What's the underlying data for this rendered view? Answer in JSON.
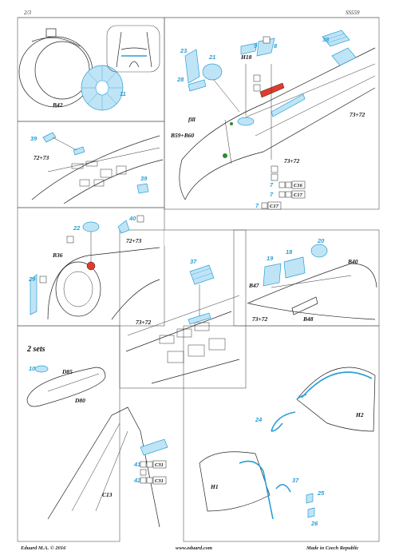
{
  "header": {
    "page": "2/3",
    "code": "SS559"
  },
  "panel1": {
    "part_b42": "B42",
    "pe_11": "11"
  },
  "panel2": {
    "pe_23": "23",
    "pe_21": "21",
    "pe_28": "28",
    "part_h18": "H18",
    "pe_9": "9",
    "pe_8": "8",
    "pe_38": "38",
    "part_7372a": "73+72",
    "fill": "fill",
    "parts_b59": "B59+B60",
    "part_7372b": "73+72",
    "pe_7a": "7",
    "pe_7b": "7",
    "pe_7c": "7",
    "c16": "C16",
    "c17a": "C17",
    "c17b": "C17"
  },
  "panel3": {
    "pe_39a": "39",
    "part_7273": "72+73",
    "pe_39b": "39"
  },
  "panel4": {
    "pe_22": "22",
    "pe_40": "40",
    "part_7273": "72+73",
    "part_b36": "B36",
    "pe_29": "29"
  },
  "panel5": {
    "pe_37": "37",
    "part_7372": "73+72"
  },
  "panel6": {
    "pe_20": "20",
    "pe_19": "19",
    "pe_18": "18",
    "part_b40": "B40",
    "part_b47": "B47",
    "part_7372": "73+72",
    "part_b48": "B48"
  },
  "panel7": {
    "note": "2 sets",
    "pe_10": "10",
    "part_d85": "D85",
    "part_d80": "D80"
  },
  "panel8": {
    "pe_41": "41",
    "pe_42": "42",
    "c31a": "C31",
    "c31b": "C31",
    "part_c13": "C13"
  },
  "panel9": {
    "pe_24": "24",
    "part_h2": "H2",
    "part_h1": "H1",
    "pe_37": "37",
    "pe_25": "25",
    "pe_26": "26"
  },
  "footer": {
    "copyright": "Eduard M.A. © 2016",
    "url": "www.eduard.com",
    "made": "Made in Czech Republic"
  },
  "colors": {
    "photo_etch": "#2a9fd6",
    "paint_red": "#e23b2a"
  }
}
